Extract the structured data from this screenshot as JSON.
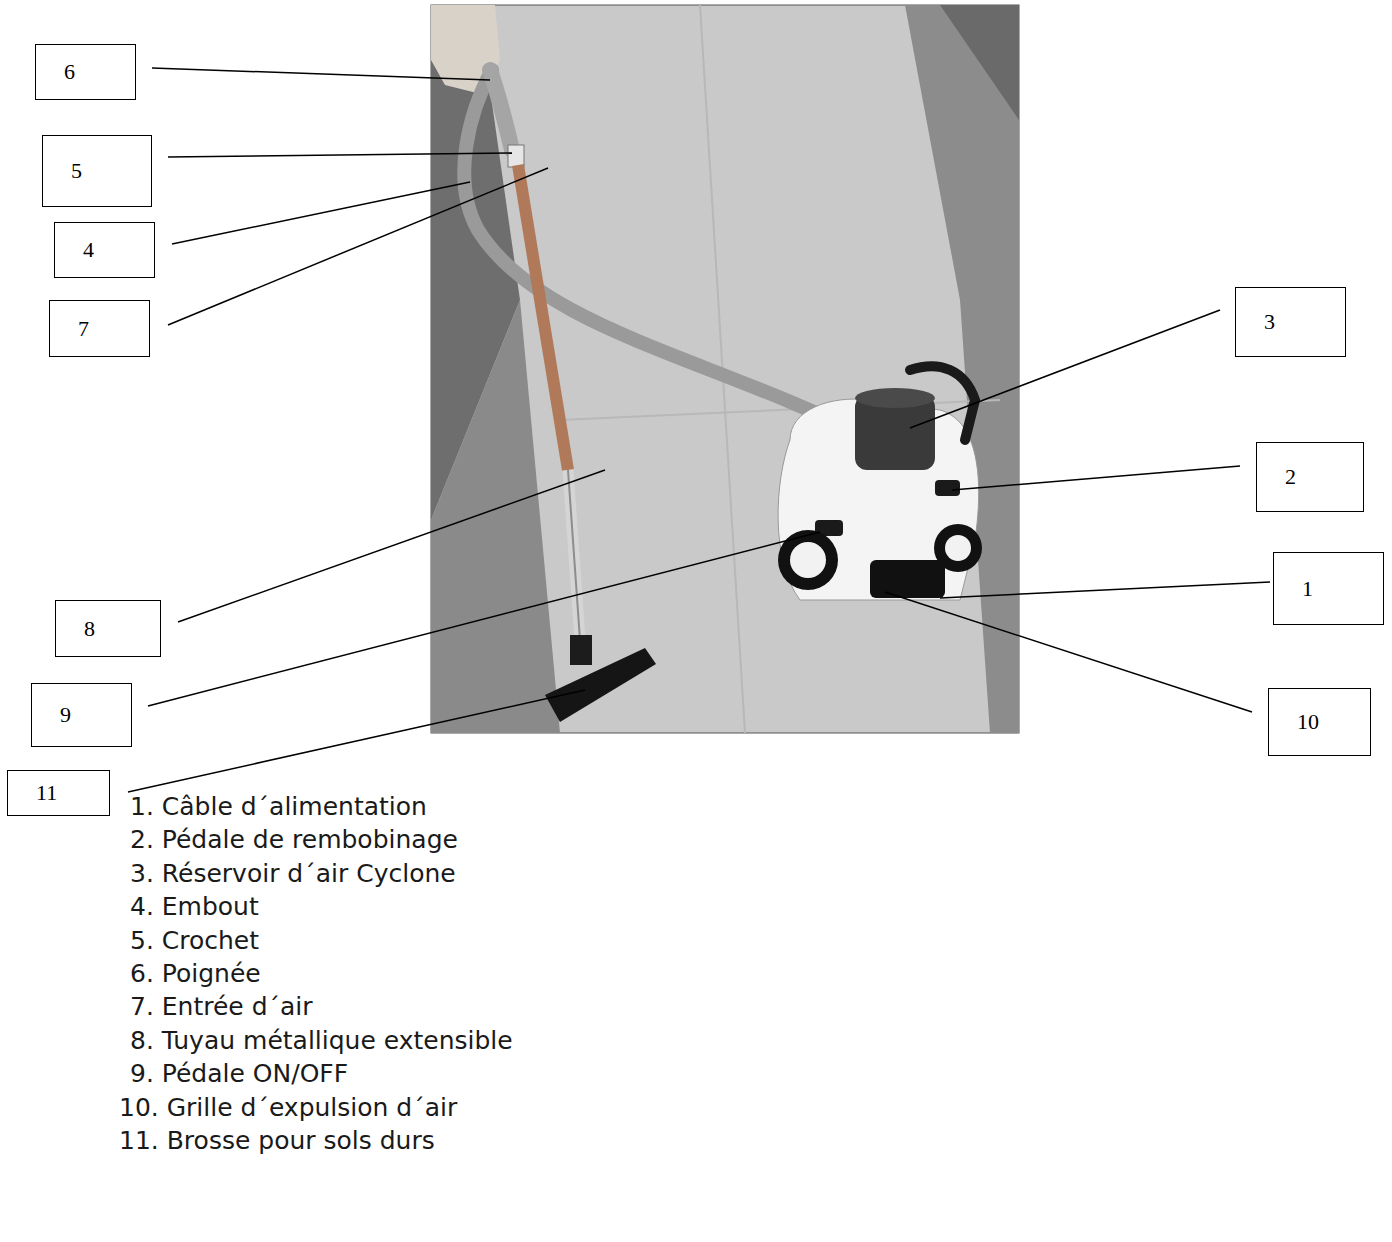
{
  "diagram": {
    "nodes": [
      {
        "text": [
          "6"
        ]
      },
      {
        "text": [
          "5"
        ]
      },
      {
        "text": [
          "4"
        ]
      },
      {
        "text": [
          "3"
        ]
      },
      {
        "text": [
          "7"
        ]
      },
      {
        "text": [
          "2"
        ]
      },
      {
        "text": [
          "1"
        ]
      },
      {
        "text": [
          "8"
        ]
      },
      {
        "text": [
          "9"
        ]
      },
      {
        "text": [
          "10"
        ]
      },
      {
        "text": [
          "11"
        ]
      }
    ],
    "labels": [
      "1. Câble d´alimentation",
      "2. Pédale de rembobinage",
      "3. Réservoir d´air Cyclone",
      "4. Embout",
      "5. Crochet",
      "6. Poignée",
      "7. Entrée d´air",
      "8. Tuyau métallique extensible",
      "9. Pédale ON/OFF",
      "10. Grille d´expulsion d´air",
      "11. Brosse pour sols durs"
    ]
  }
}
